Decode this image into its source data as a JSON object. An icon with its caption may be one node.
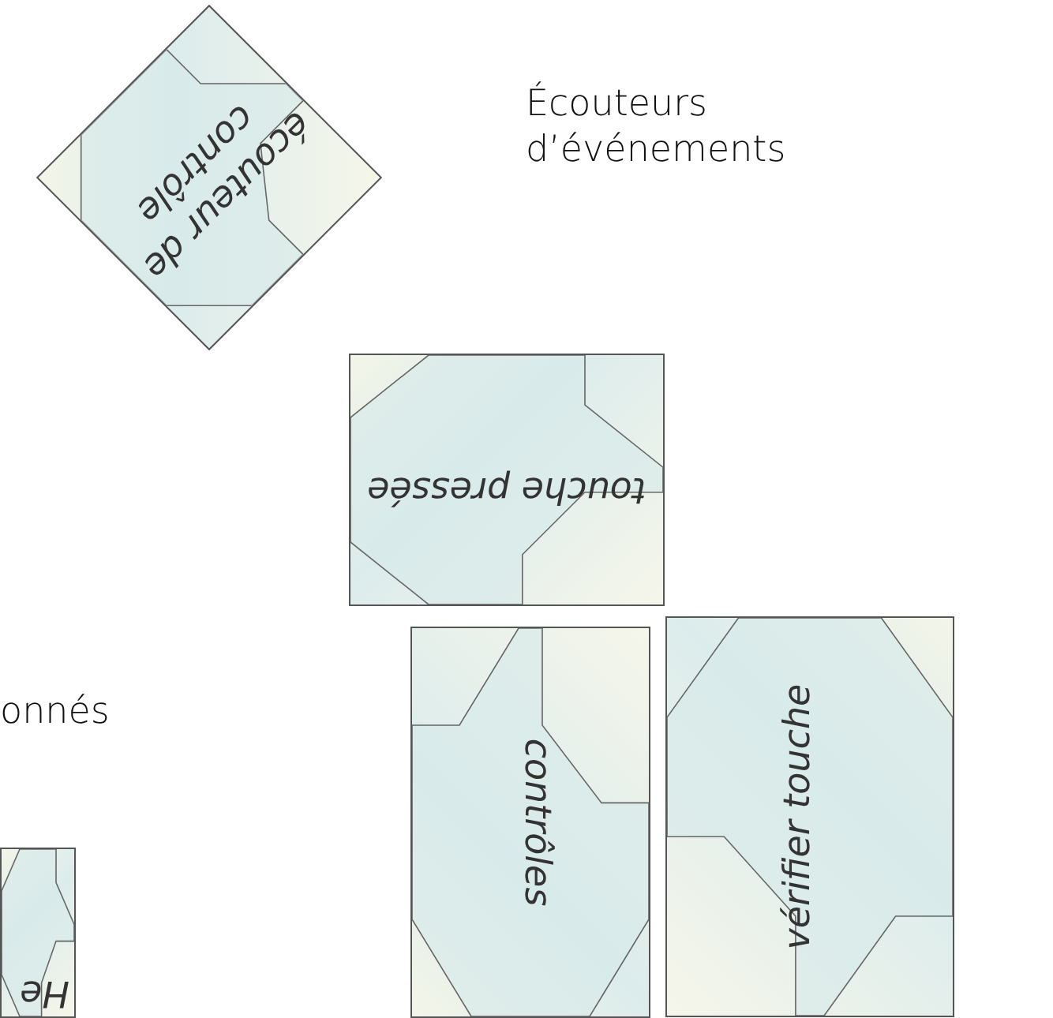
{
  "diagram": {
    "nodes": [
      {
        "text": [
          "écouteur de contrôle"
        ]
      },
      {
        "text": [
          "touche pressée"
        ]
      },
      {
        "text": [
          "contrôles"
        ]
      },
      {
        "text": [
          "vérifier touche"
        ]
      },
      {
        "text": [
          "He"
        ]
      }
    ],
    "labels": [
      "Écouteurs d’événements",
      "onnés"
    ]
  }
}
